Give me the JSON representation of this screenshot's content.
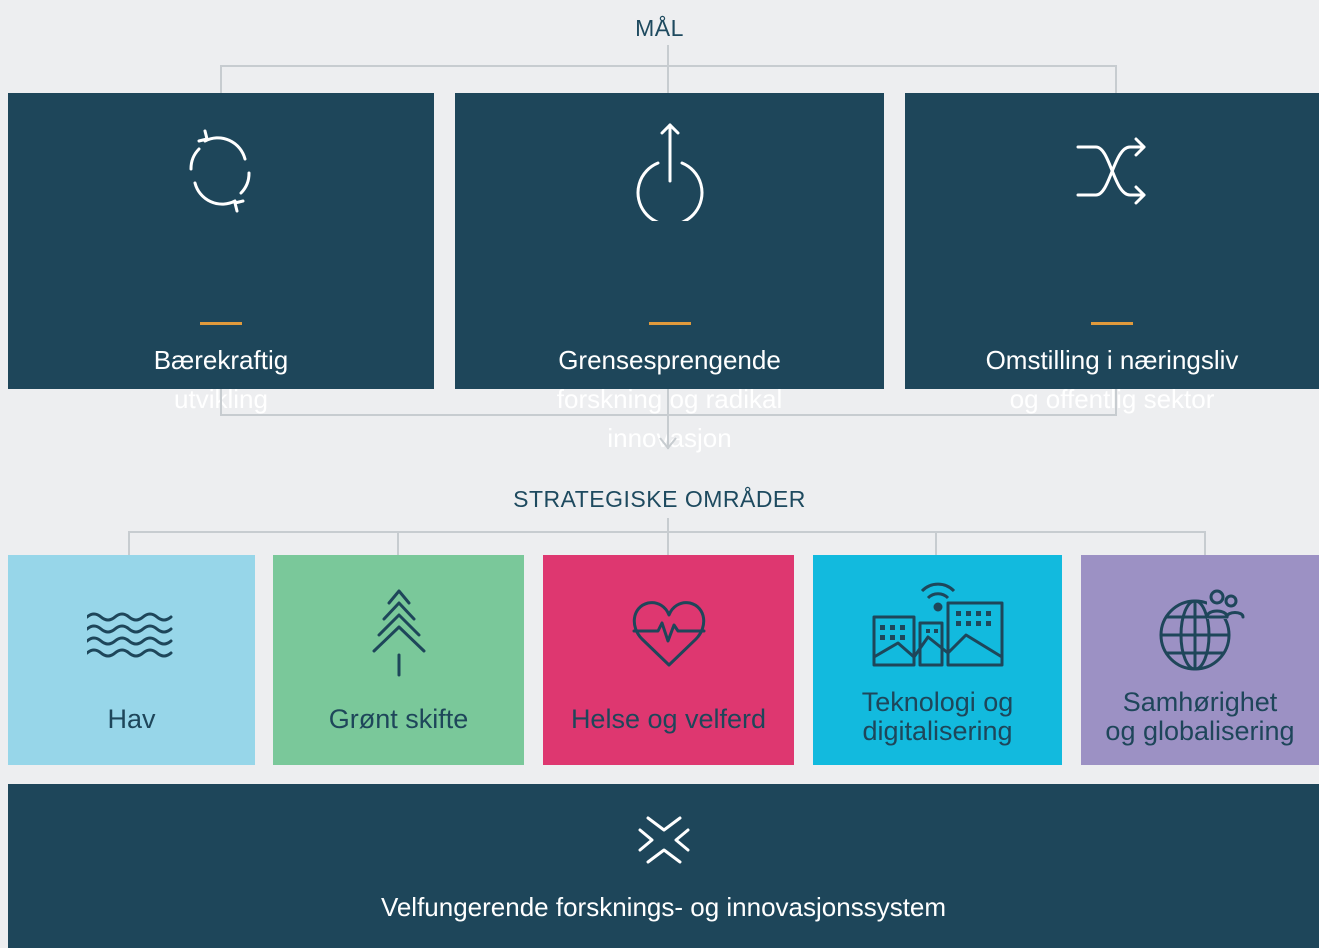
{
  "goals": {
    "title": "MÅL",
    "items": [
      {
        "label_line1": "Bærekraftig",
        "label_line2": "utvikling",
        "label_line3": "",
        "icon": "recycle-arrows-icon"
      },
      {
        "label_line1": "Grensesprengende",
        "label_line2": "forskning og radikal",
        "label_line3": "innovasjon",
        "icon": "power-upload-icon"
      },
      {
        "label_line1": "Omstilling i næringsliv",
        "label_line2": "og offentlig sektor",
        "label_line3": "",
        "icon": "shuffle-icon"
      }
    ]
  },
  "areas": {
    "title": "STRATEGISKE OMRÅDER",
    "items": [
      {
        "label_line1": "Hav",
        "label_line2": "",
        "icon": "waves-icon",
        "color": "#97d6e9"
      },
      {
        "label_line1": "Grønt skifte",
        "label_line2": "",
        "icon": "pine-tree-icon",
        "color": "#7ac89a"
      },
      {
        "label_line1": "Helse og velferd",
        "label_line2": "",
        "icon": "heartbeat-icon",
        "color": "#de3770"
      },
      {
        "label_line1": "Teknologi og",
        "label_line2": "digitalisering",
        "icon": "smart-city-icon",
        "color": "#12bade"
      },
      {
        "label_line1": "Samhørighet",
        "label_line2": "og globalisering",
        "icon": "globe-people-icon",
        "color": "#9c91c4"
      }
    ]
  },
  "foundation": {
    "label": "Velfungerende forsknings- og innovasjonssystem",
    "icon": "converging-arrows-icon"
  },
  "colors": {
    "dark_box": "#1e465a",
    "accent_dash": "#e09a3c",
    "connector": "#c7ccd0",
    "background": "#edeef0"
  }
}
